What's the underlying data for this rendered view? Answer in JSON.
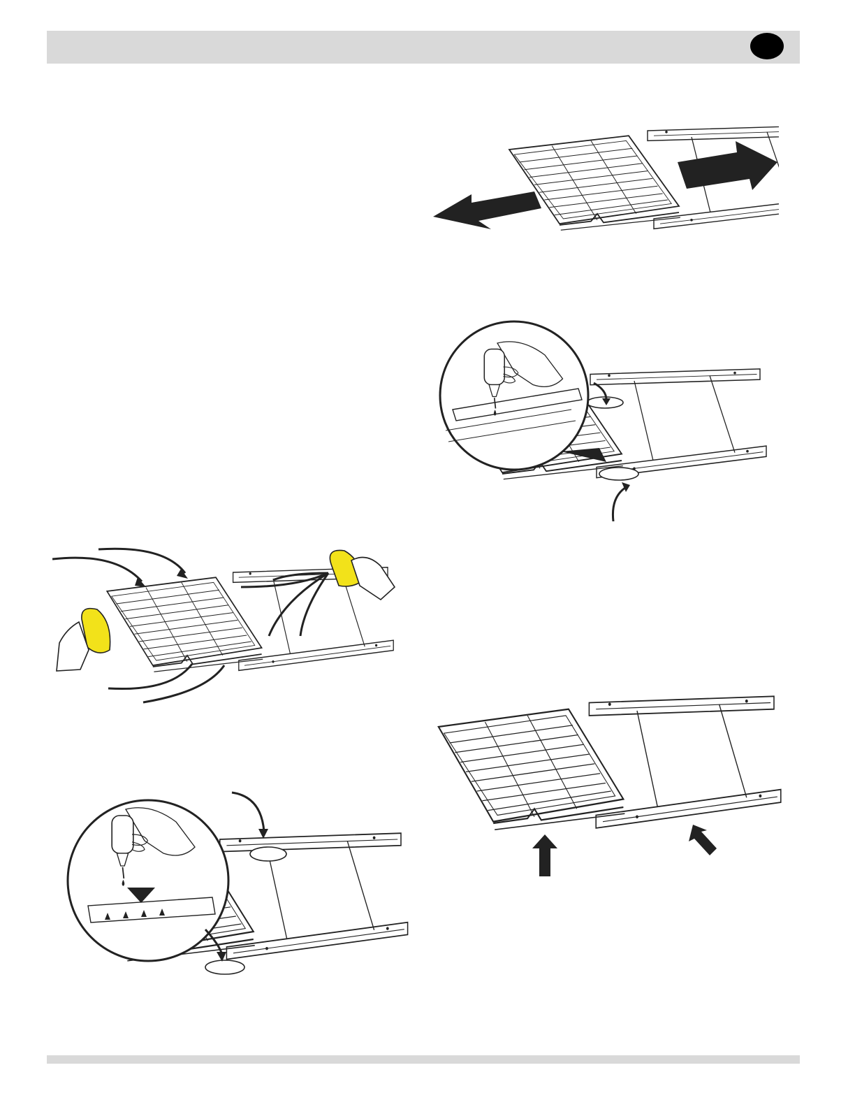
{
  "figures": [
    {
      "id": "fig-1",
      "icons": [
        "arrow-left-icon",
        "arrow-right-icon",
        "rack-icon"
      ]
    },
    {
      "id": "fig-2",
      "icons": [
        "magnifier-circle-icon",
        "oil-bottle-icon",
        "hand-icon",
        "rack-icon",
        "curved-arrow-icon"
      ]
    },
    {
      "id": "fig-3",
      "icons": [
        "sponge-icon",
        "hand-icon",
        "rack-icon",
        "curved-arrow-icon"
      ]
    },
    {
      "id": "fig-4",
      "icons": [
        "magnifier-circle-icon",
        "oil-bottle-icon",
        "hand-icon",
        "rack-icon",
        "curved-arrow-icon"
      ]
    },
    {
      "id": "fig-5",
      "icons": [
        "rack-icon",
        "arrow-up-icon"
      ]
    }
  ],
  "colors": {
    "header": "#d9d9d9",
    "badge": "#000000",
    "sponge": "#f2e21a",
    "line": "#222222"
  }
}
